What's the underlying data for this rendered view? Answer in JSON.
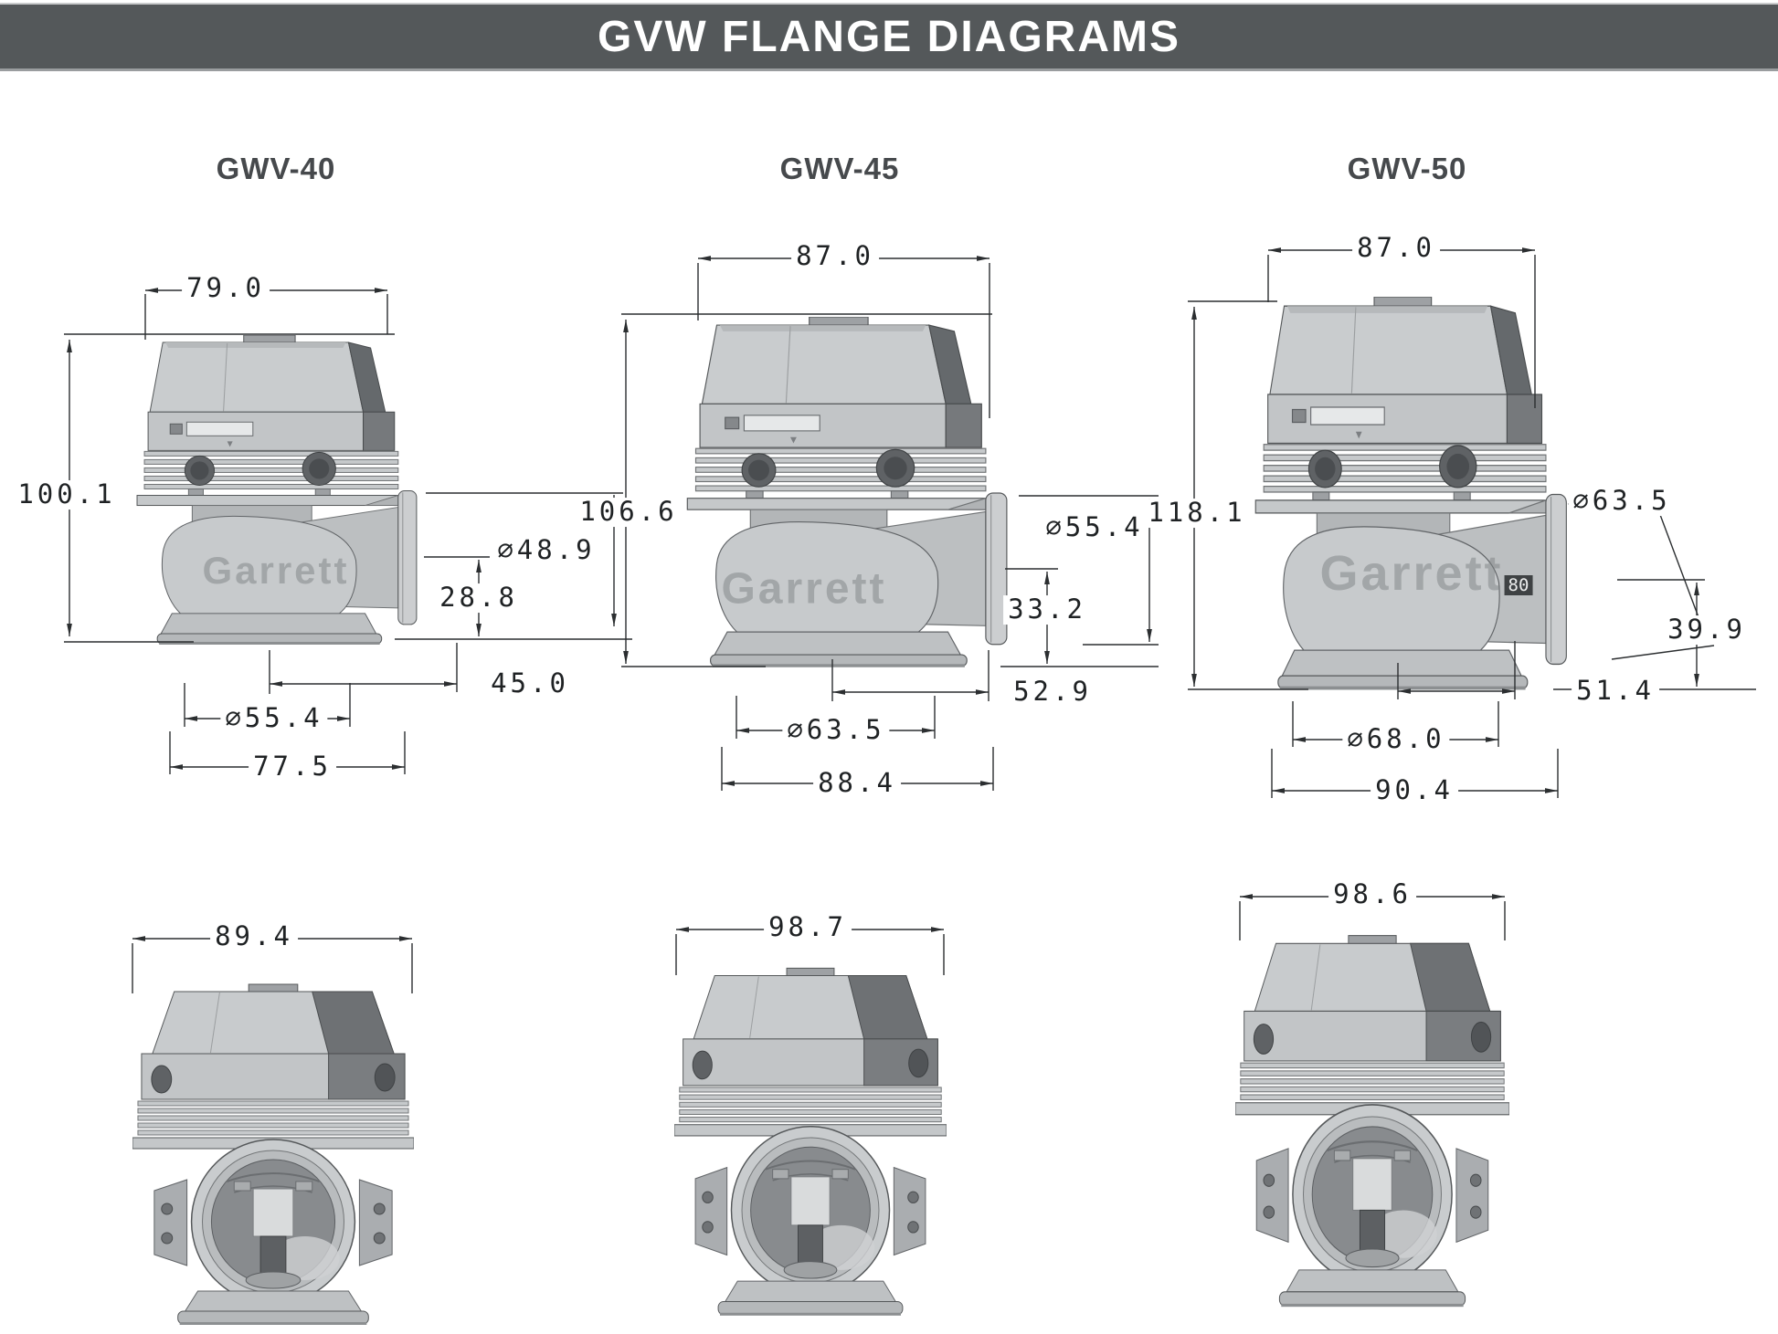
{
  "header": {
    "title": "GVW FLANGE DIAGRAMS"
  },
  "brand_watermark": "Garrett",
  "colors": {
    "header_bg": "#54585a",
    "header_text": "#ffffff",
    "line": "#2b2e30",
    "label_text": "#1f2224"
  },
  "models": [
    {
      "id": "gwv-40",
      "label": "GWV-40",
      "side_view": {
        "actuator_width": "79.0",
        "overall_height": "100.1",
        "outlet_diameter": "∅48.9",
        "outlet_offset_height": "28.8",
        "center_to_outlet_face": "45.0",
        "inlet_diameter": "∅55.4",
        "base_width": "77.5"
      },
      "front_view": {
        "overall_width": "89.4"
      }
    },
    {
      "id": "gwv-45",
      "label": "GWV-45",
      "side_view": {
        "actuator_width": "87.0",
        "overall_height": "106.6",
        "outlet_diameter": "∅55.4",
        "outlet_offset_height": "33.2",
        "center_to_outlet_face": "52.9",
        "inlet_diameter": "∅63.5",
        "base_width": "88.4"
      },
      "front_view": {
        "overall_width": "98.7"
      }
    },
    {
      "id": "gwv-50",
      "label": "GWV-50",
      "side_view": {
        "actuator_width": "87.0",
        "overall_height": "118.1",
        "outlet_diameter": "∅63.5",
        "outlet_offset_height": "39.9",
        "center_to_outlet_face": "51.4",
        "inlet_diameter": "∅68.0",
        "base_width": "90.4",
        "cast_mark": "80"
      },
      "front_view": {
        "overall_width": "98.6"
      }
    }
  ]
}
